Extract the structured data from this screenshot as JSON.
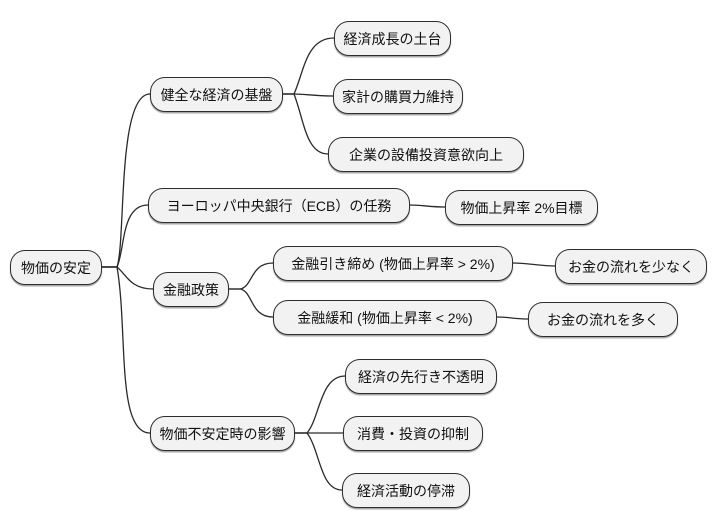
{
  "diagram": {
    "type": "mindmap",
    "background_color": "#ffffff",
    "node_fill_color": "#f2f2f2",
    "node_border_color": "#2e2e2e",
    "edge_color": "#2a2a2a",
    "text_color": "#111111"
  },
  "tree": {
    "label": "物価の安定",
    "children": [
      {
        "label": "健全な経済の基盤",
        "children": [
          {
            "label": "経済成長の土台"
          },
          {
            "label": "家計の購買力維持"
          },
          {
            "label": "企業の設備投資意欲向上"
          }
        ]
      },
      {
        "label": "ヨーロッパ中央銀行（ECB）の任務",
        "children": [
          {
            "label": "物価上昇率 2%目標"
          }
        ]
      },
      {
        "label": "金融政策",
        "children": [
          {
            "label": "金融引き締め (物価上昇率 > 2%)",
            "children": [
              {
                "label": "お金の流れを少なく"
              }
            ]
          },
          {
            "label": "金融緩和 (物価上昇率 < 2%)",
            "children": [
              {
                "label": "お金の流れを多く"
              }
            ]
          }
        ]
      },
      {
        "label": "物価不安定時の影響",
        "children": [
          {
            "label": "経済の先行き不透明"
          },
          {
            "label": "消費・投資の抑制"
          },
          {
            "label": "経済活動の停滞"
          }
        ]
      }
    ]
  }
}
